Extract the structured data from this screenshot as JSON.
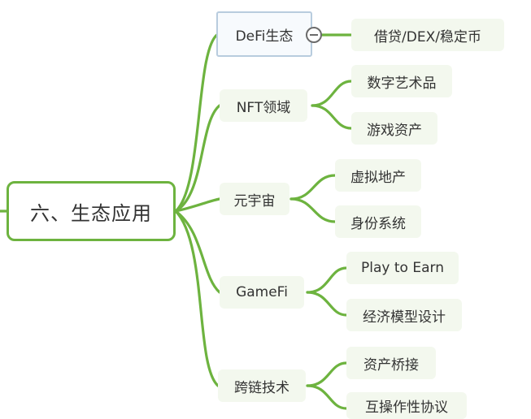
{
  "colors": {
    "line": "#6db33f",
    "node_bg": "#f3f8ee",
    "text": "#333333",
    "selected_border": "#b8ccde"
  },
  "mindmap": {
    "root": {
      "label": "六、生态应用"
    },
    "branches": [
      {
        "label": "DeFi生态",
        "selected": true,
        "collapse_icon": "minus-circle-icon",
        "children": [
          {
            "label": "借贷/DEX/稳定币"
          }
        ]
      },
      {
        "label": "NFT领域",
        "children": [
          {
            "label": "数字艺术品"
          },
          {
            "label": "游戏资产"
          }
        ]
      },
      {
        "label": "元宇宙",
        "children": [
          {
            "label": "虚拟地产"
          },
          {
            "label": "身份系统"
          }
        ]
      },
      {
        "label": "GameFi",
        "children": [
          {
            "label": "Play to Earn"
          },
          {
            "label": "经济模型设计"
          }
        ]
      },
      {
        "label": "跨链技术",
        "children": [
          {
            "label": "资产桥接"
          },
          {
            "label": "互操作性协议"
          }
        ]
      }
    ]
  }
}
